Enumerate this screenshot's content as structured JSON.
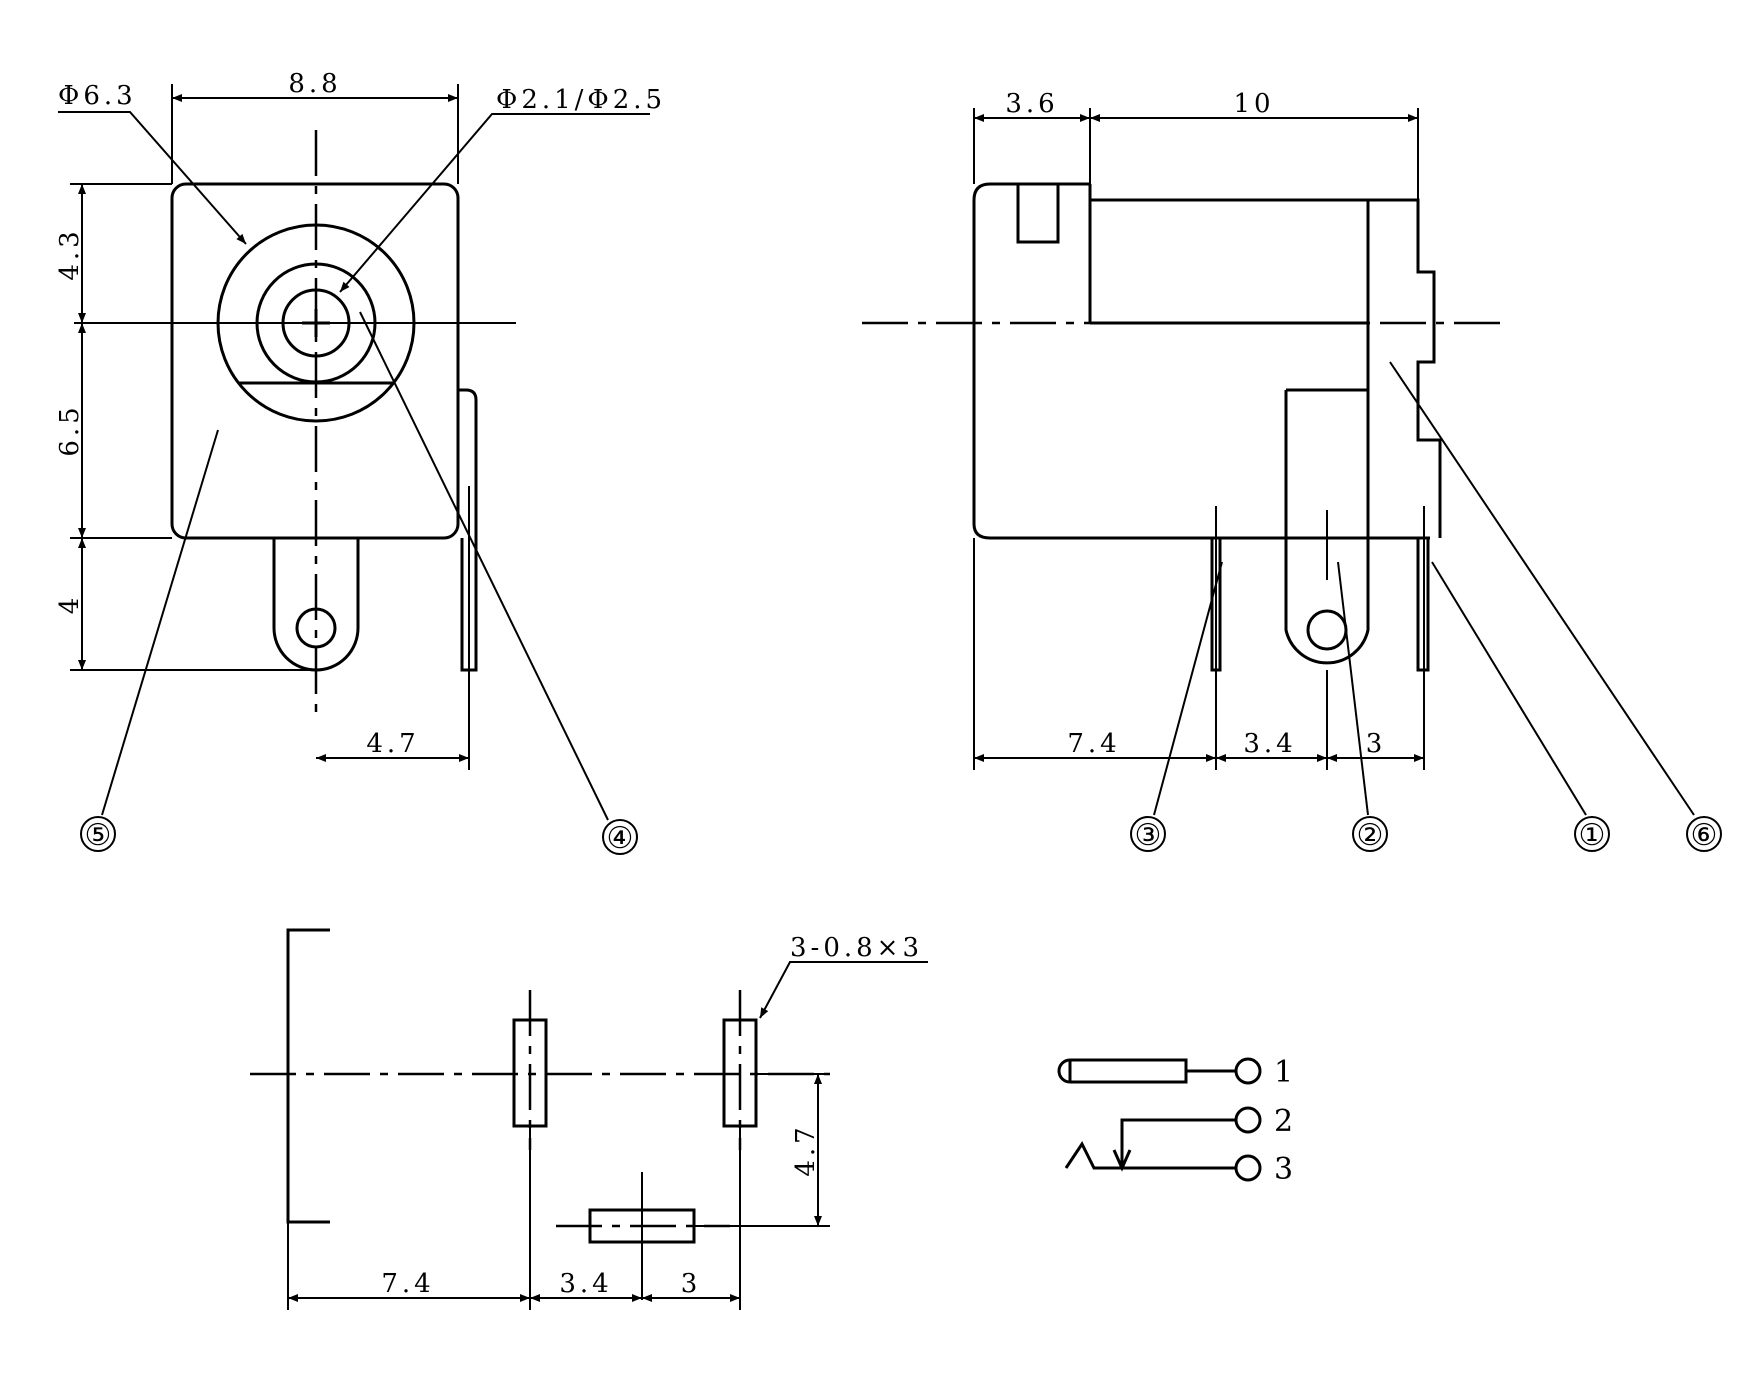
{
  "front_view": {
    "dim_width": "8.8",
    "dim_outer_dia": "Φ6.3",
    "dim_pin_dia": "Φ2.1/Φ2.5",
    "dim_top": "4.3",
    "dim_mid": "6.5",
    "dim_bottom": "4",
    "dim_offset": "4.7",
    "label_left": "⑤",
    "label_right": "④"
  },
  "side_view": {
    "dim_left": "3.6",
    "dim_right": "10",
    "dim_b1": "7.4",
    "dim_b2": "3.4",
    "dim_b3": "3",
    "labels": [
      "③",
      "②",
      "①",
      "⑥"
    ]
  },
  "pcb_view": {
    "hole_spec": "3-0.8×3",
    "dim_height": "4.7",
    "dim_b1": "7.4",
    "dim_b2": "3.4",
    "dim_b3": "3"
  },
  "schematic": {
    "pins": [
      "1",
      "2",
      "3"
    ]
  }
}
